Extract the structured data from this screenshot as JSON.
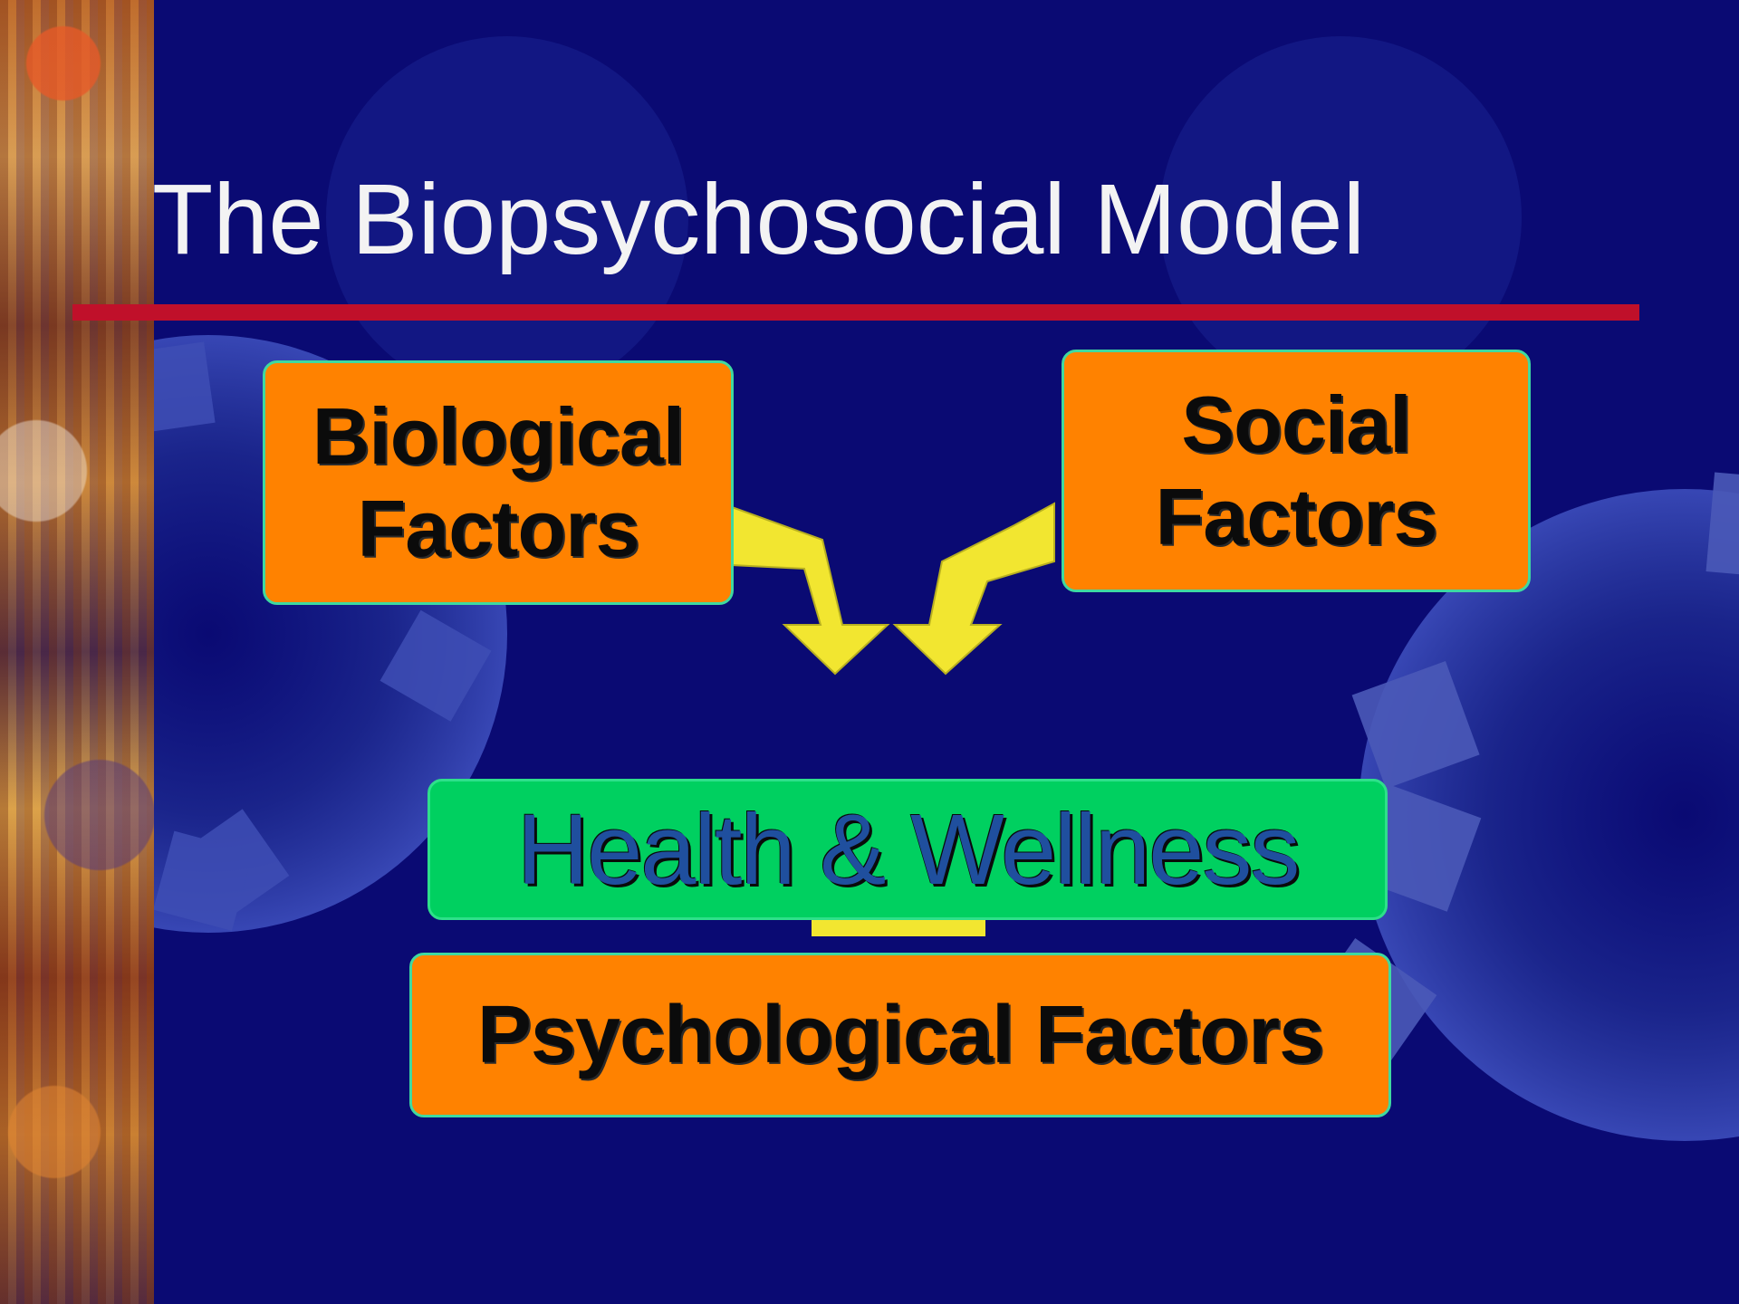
{
  "slide": {
    "title": "The Biopsychosocial Model"
  },
  "diagram": {
    "biological": {
      "line1": "Biological",
      "line2": "Factors"
    },
    "social": {
      "line1": "Social",
      "line2": "Factors"
    },
    "health": "Health & Wellness",
    "psychological": "Psychological Factors"
  },
  "colors": {
    "background": "#0a0a73",
    "title_rule": "#c0102a",
    "factor_box": "#ff8200",
    "health_box": "#00d060",
    "arrow": "#f2e630"
  }
}
